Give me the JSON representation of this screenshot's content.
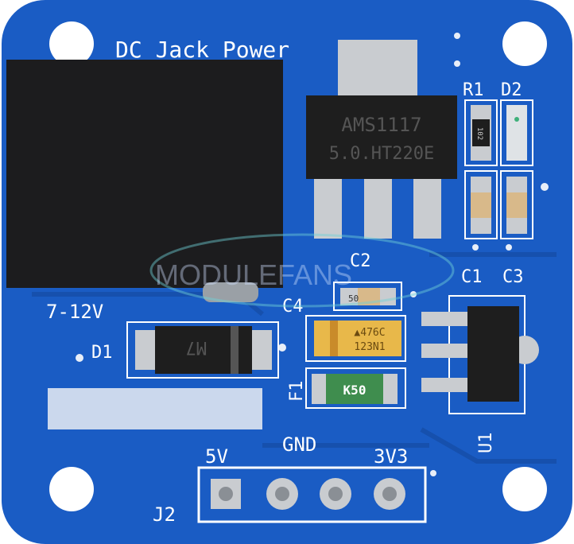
{
  "board": {
    "title": "DC Jack Power",
    "input_label": "7-12V",
    "colors": {
      "pcb": "#1a5cc4",
      "silk": "#ffffff",
      "solder": "#c9ccd0",
      "ic": "#1e1e1e",
      "tantalum": "#e8b84a",
      "fuse": "#3f8d4e"
    },
    "components": {
      "regulator_main": {
        "marking_1": "AMS1117",
        "marking_2": "5.0.HT220E"
      },
      "r1": {
        "label": "R1",
        "marking": "102"
      },
      "d2": {
        "label": "D2"
      },
      "c1": {
        "label": "C1"
      },
      "c2": {
        "label": "C2",
        "marking": "50"
      },
      "c3": {
        "label": "C3"
      },
      "c4": {
        "label": "C4",
        "marking_1": "▲476C",
        "marking_2": "123N1"
      },
      "f1": {
        "label": "F1",
        "marking": "K50"
      },
      "d1": {
        "label": "D1",
        "marking": "M7"
      },
      "u1": {
        "label": "U1"
      }
    },
    "header": {
      "label": "J2",
      "pins": [
        "5V",
        "GND",
        "3V3"
      ]
    },
    "watermark": "MODULEFANS"
  }
}
